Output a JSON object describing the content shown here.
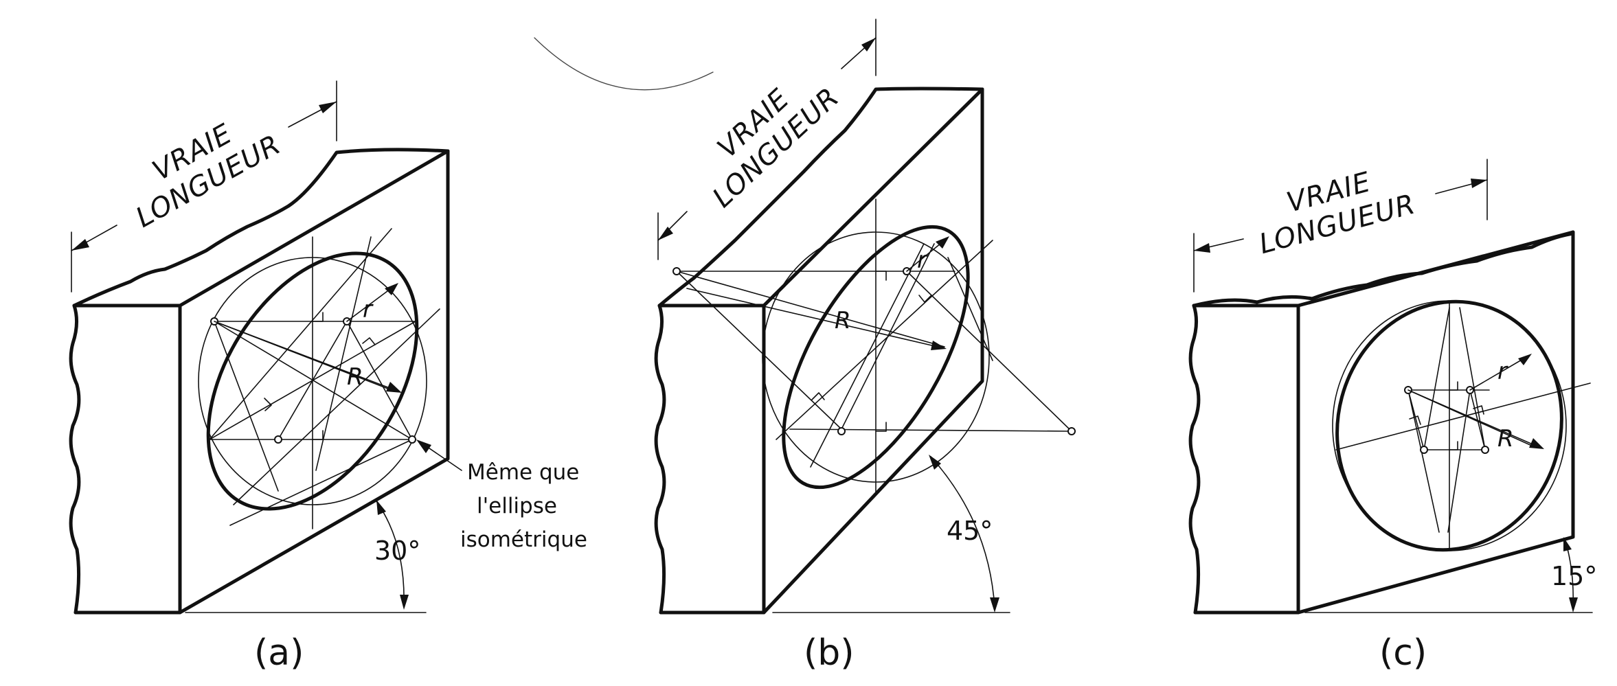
{
  "views": [
    {
      "id": "a",
      "caption": "(a)",
      "dim_line1": "VRAIE",
      "dim_line2": "LONGUEUR",
      "angle": "30°",
      "radius_small": "r",
      "radius_large": "R",
      "note": [
        "Même que",
        "l'ellipse",
        "isométrique"
      ]
    },
    {
      "id": "b",
      "caption": "(b)",
      "dim_line1": "VRAIE",
      "dim_line2": "LONGUEUR",
      "angle": "45°",
      "radius_small": "r",
      "radius_large": "R"
    },
    {
      "id": "c",
      "caption": "(c)",
      "dim_line1": "VRAIE",
      "dim_line2": "LONGUEUR",
      "angle": "15°",
      "radius_small": "r",
      "radius_large": "R"
    }
  ]
}
